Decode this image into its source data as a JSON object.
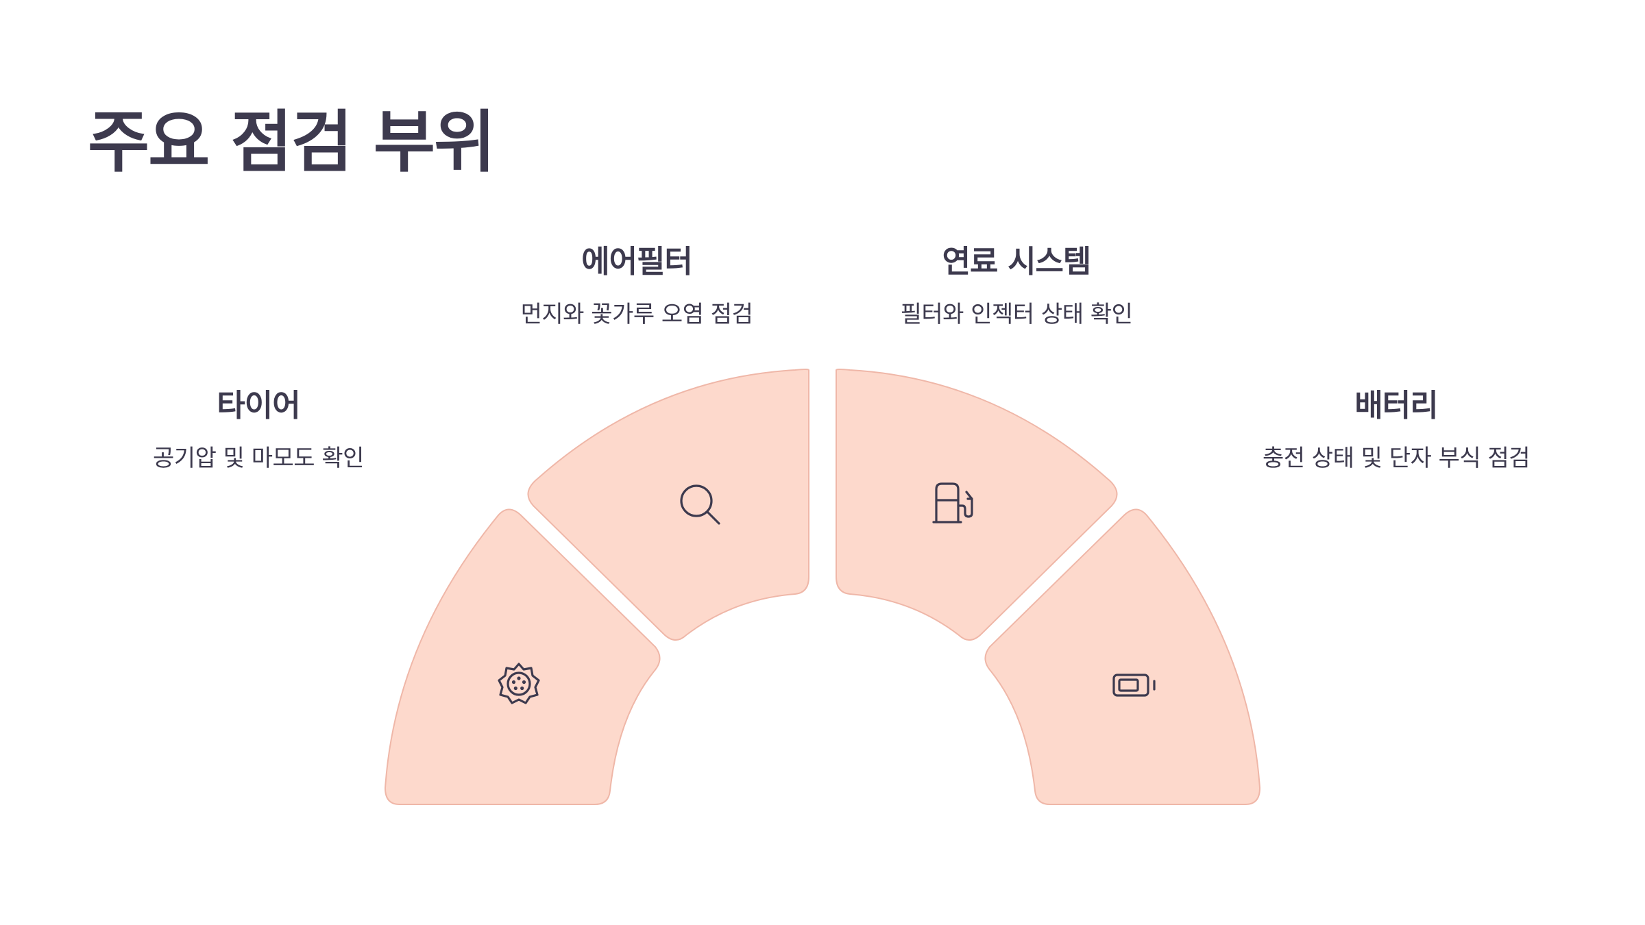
{
  "title": "주요 점검 부위",
  "segments": [
    {
      "title": "타이어",
      "description": "공기압 및 마모도 확인",
      "icon": "tire-gear-icon"
    },
    {
      "title": "에어필터",
      "description": "먼지와 꽃가루 오염 점검",
      "icon": "search-icon"
    },
    {
      "title": "연료 시스템",
      "description": "필터와 인젝터 상태 확인",
      "icon": "fuel-pump-icon"
    },
    {
      "title": "배터리",
      "description": "충전 상태 및 단자 부식 점검",
      "icon": "battery-icon"
    }
  ],
  "colors": {
    "segment_fill": "#fdd9cc",
    "segment_stroke": "#efb7a8",
    "text": "#3d3a4e"
  }
}
